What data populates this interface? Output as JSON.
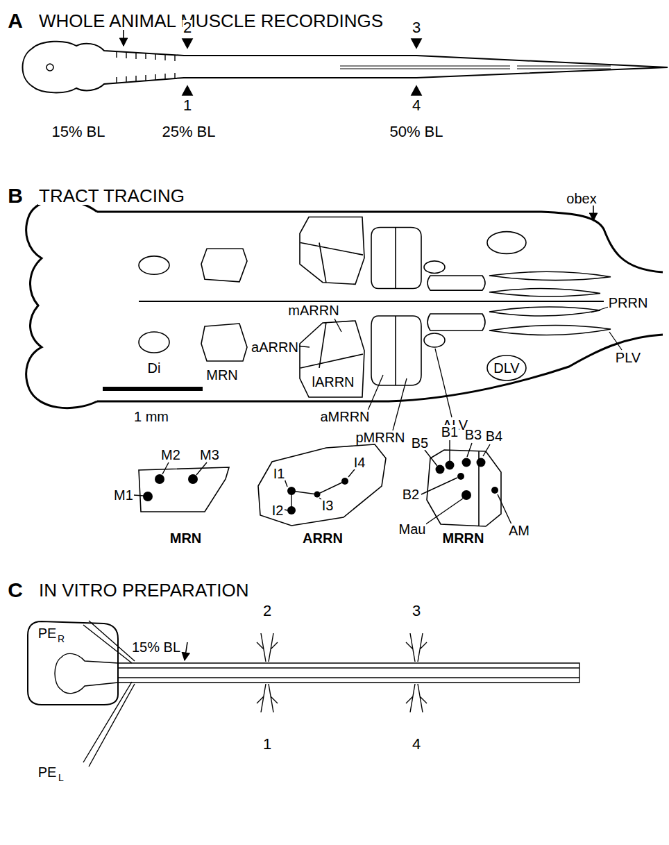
{
  "diagram": {
    "nodes": [
      {
        "text": [
          "MRN"
        ]
      },
      {
        "text": [
          "ARRN"
        ]
      },
      {
        "text": [
          "MRRN"
        ]
      }
    ],
    "labels": [
      "A",
      "WHOLE ANIMAL MUSCLE RECORDINGS",
      "2",
      "3",
      "1",
      "4",
      "15% BL",
      "25% BL",
      "50% BL",
      "B",
      "TRACT TRACING",
      "obex",
      "Di",
      "MRN",
      "mARRN",
      "aARRN",
      "lARRN",
      "aMRRN",
      "pMRRN",
      "ALV",
      "PRRN",
      "PLV",
      "DLV",
      "1 mm",
      "M1",
      "M2",
      "M3",
      "I1",
      "I2",
      "I3",
      "I4",
      "B5",
      "B1",
      "B3",
      "B4",
      "B2",
      "Mau",
      "AM",
      "C",
      "IN VITRO PREPARATION",
      "PE",
      "R",
      "PE",
      "L",
      "15% BL",
      "2",
      "3",
      "1",
      "4"
    ]
  }
}
